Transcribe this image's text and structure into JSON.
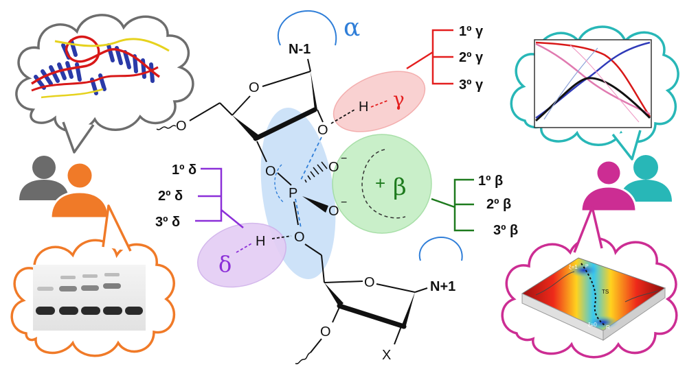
{
  "labels": {
    "n_minus_1": "N-1",
    "n_plus_1": "N+1",
    "x_group": "X",
    "ts": "TS",
    "r": "R",
    "p_top": "P",
    "xi_one": "ξ=1",
    "xi_zero": "ξ=0"
  },
  "atoms": {
    "o_ring_top": "O",
    "o_5prime_top": "O",
    "o_2prime": "O",
    "h_gamma": "H",
    "o_3prime": "O",
    "o_minus_top": "O",
    "minus_top": "−",
    "p_center": "P",
    "o_minus_bottom": "O",
    "minus_bottom": "−",
    "h_delta": "H",
    "o_5prime_leaving": "O",
    "o_ring_bottom": "O",
    "o_3prime_bottom": "O"
  },
  "greek": {
    "alpha": "α",
    "gamma": "γ",
    "beta": "β",
    "plus": "+",
    "delta": "δ"
  },
  "gamma_levels": [
    "1º γ",
    "2º γ",
    "3º γ"
  ],
  "beta_levels": [
    "1º β",
    "2º β",
    "3º β"
  ],
  "delta_levels": [
    "1º δ",
    "2º δ",
    "3º δ"
  ],
  "colors": {
    "alpha": "#2f7ed8",
    "gamma": "#e41e1e",
    "beta": "#1d7a1d",
    "delta": "#8b2fd8",
    "cloud_gray": "#6d6d6d",
    "cloud_orange": "#f07a28",
    "cloud_teal": "#28b7b7",
    "cloud_magenta": "#cc2d93",
    "person_gray": "#6b6b6b",
    "person_orange": "#f07a28",
    "person_magenta": "#cc2d93",
    "person_teal": "#28b7b7"
  },
  "icons": {
    "rna_structure": "rna-ribbon-structure-icon",
    "gel": "gel-electrophoresis-icon",
    "energy_plot": "energy-profile-plot-icon",
    "free_energy_surface": "free-energy-surface-icon",
    "person": "person-icon"
  }
}
